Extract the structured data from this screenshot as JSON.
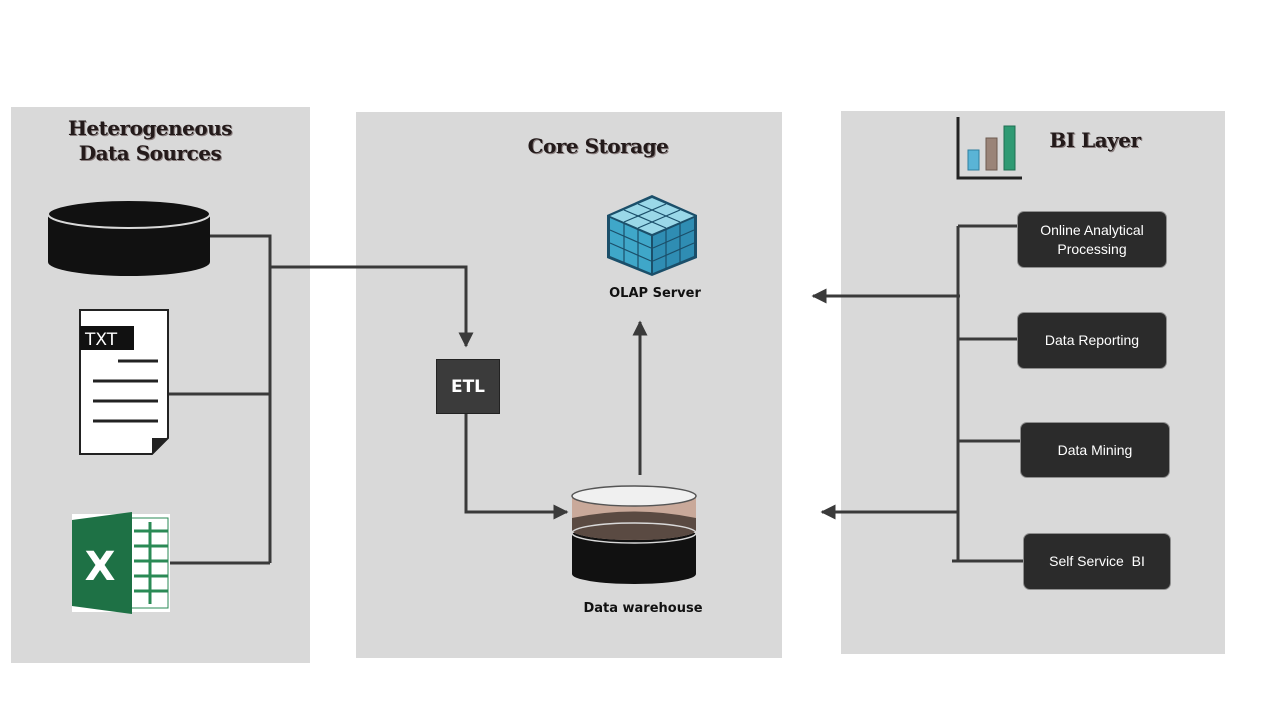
{
  "panels": {
    "sources": {
      "title": "Heterogeneous\nData Sources"
    },
    "core": {
      "title": "Core Storage"
    },
    "bi": {
      "title": "BI Layer"
    }
  },
  "sources": {
    "txt_label": "TXT",
    "excel_letter": "X"
  },
  "core": {
    "etl_label": "ETL",
    "olap_label": "OLAP Server",
    "warehouse_label": "Data warehouse"
  },
  "bi": {
    "items": [
      {
        "label": "Online Analytical Processing"
      },
      {
        "label": "Data Reporting"
      },
      {
        "label": "Data Mining"
      },
      {
        "label": "Self Service  BI"
      }
    ]
  },
  "colors": {
    "panel_bg": "#d9d9d9",
    "dark_box": "#2b2b2b",
    "connector": "#3a3a3a",
    "excel_green": "#1e7145",
    "cube_teal": "#3fa7c9"
  },
  "icons": {
    "database": "cylinder-database-icon",
    "text_file": "txt-document-icon",
    "spreadsheet": "excel-icon",
    "olap": "cube-icon",
    "warehouse": "warehouse-cylinder-icon",
    "bi": "bar-chart-icon"
  }
}
